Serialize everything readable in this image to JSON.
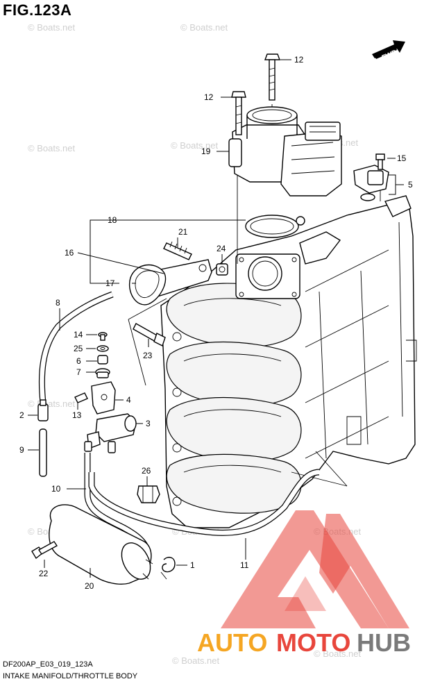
{
  "figure": {
    "title": "FIG.123A",
    "code": "DF200AP_E03_019_123A",
    "name": "INTAKE MANIFOLD/THROTTLE BODY"
  },
  "direction_label": "FWD",
  "watermark_text": "© Boats.net",
  "brand": {
    "auto": "AUTO",
    "moto": "MOTO",
    "hub": "HUB",
    "colors": {
      "auto": "#f5a623",
      "moto": "#e8463c",
      "hub": "#7a7a7a",
      "logo": "#e8463c"
    }
  },
  "callouts": {
    "c1": "1",
    "c2": "2",
    "c3": "3",
    "c4": "4",
    "c5": "5",
    "c6": "6",
    "c7": "7",
    "c8": "8",
    "c9": "9",
    "c10": "10",
    "c11": "11",
    "c12a": "12",
    "c12b": "12",
    "c13": "13",
    "c14": "14",
    "c15": "15",
    "c16": "16",
    "c17": "17",
    "c18": "18",
    "c19": "19",
    "c20": "20",
    "c21": "21",
    "c22": "22",
    "c23": "23",
    "c24": "24",
    "c25": "25",
    "c26": "26"
  }
}
